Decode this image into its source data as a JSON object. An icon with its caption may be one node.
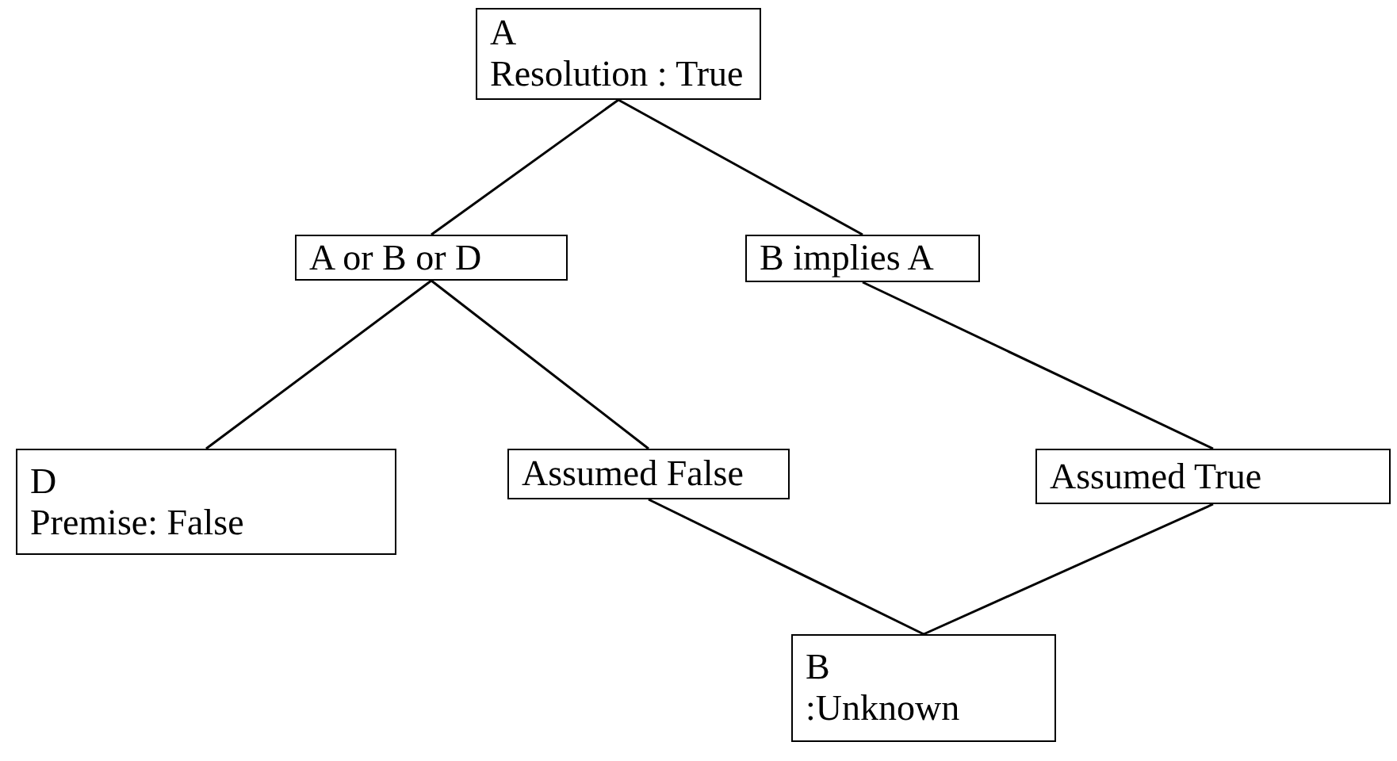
{
  "diagram": {
    "nodes": [
      {
        "text": [
          "A",
          "Resolution : True"
        ]
      },
      {
        "text": [
          "A or B or D"
        ]
      },
      {
        "text": [
          "B implies A"
        ]
      },
      {
        "text": [
          "D",
          "Premise: False"
        ]
      },
      {
        "text": [
          "Assumed False"
        ]
      },
      {
        "text": [
          "Assumed True"
        ]
      },
      {
        "text": [
          "B",
          ":Unknown"
        ]
      }
    ],
    "edges": [
      {
        "from": 0,
        "to": 1,
        "arrow": "none"
      },
      {
        "from": 0,
        "to": 2,
        "arrow": "none"
      },
      {
        "from": 1,
        "to": 3,
        "arrow": "none"
      },
      {
        "from": 1,
        "to": 4,
        "arrow": "none"
      },
      {
        "from": 2,
        "to": 5,
        "arrow": "none"
      },
      {
        "from": 4,
        "to": 6,
        "arrow": "none"
      },
      {
        "from": 5,
        "to": 6,
        "arrow": "none"
      }
    ]
  }
}
